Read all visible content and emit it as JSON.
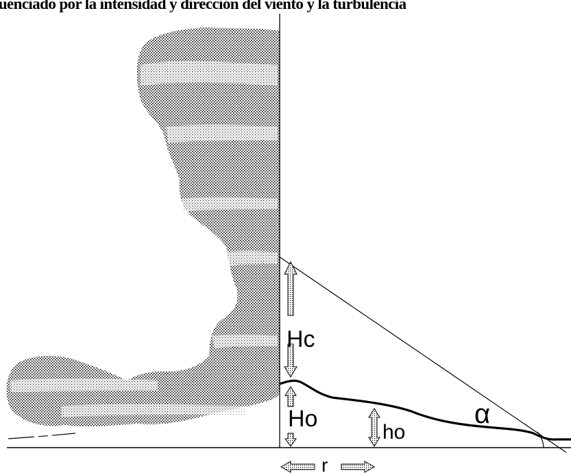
{
  "title": "influenciado por la intensidad y dirección del viento y la turbulencia",
  "labels": {
    "Hc": "Hc",
    "Ho": "Ho",
    "ho": "ho",
    "r": "r",
    "alpha": "α"
  },
  "colors": {
    "ink": "#000000",
    "background": "#ffffff",
    "plume_dots": "#000000",
    "arrow_fill": "#bdbdbd"
  }
}
